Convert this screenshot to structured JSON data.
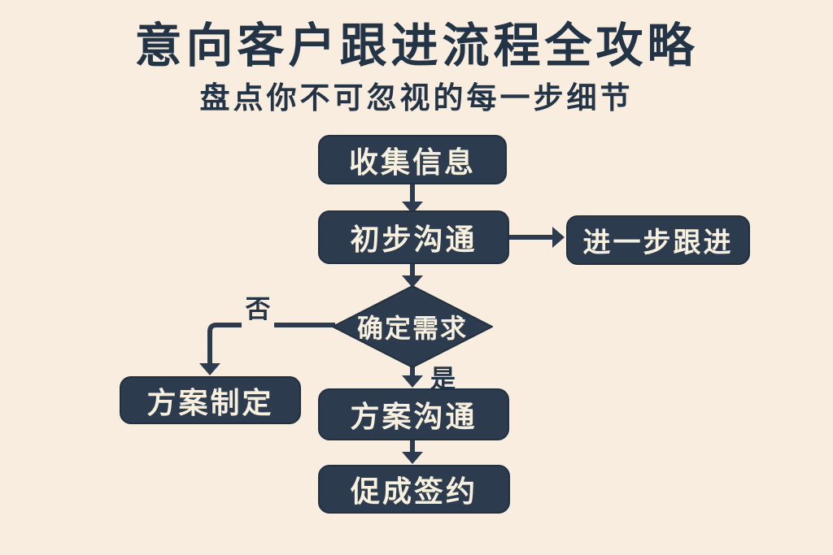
{
  "header": {
    "title": "意向客户跟进流程全攻略",
    "subtitle": "盘点你不可忽视的每一步细节"
  },
  "flowchart": {
    "type": "flowchart",
    "nodes": {
      "collect": {
        "label": "收集信息",
        "shape": "rounded-rect"
      },
      "initial": {
        "label": "初步沟通",
        "shape": "rounded-rect"
      },
      "followup": {
        "label": "进一步跟进",
        "shape": "rounded-rect"
      },
      "decision": {
        "label": "确定需求",
        "shape": "diamond"
      },
      "plan_make": {
        "label": "方案制定",
        "shape": "rounded-rect"
      },
      "plan_comm": {
        "label": "方案沟通",
        "shape": "rounded-rect"
      },
      "sign": {
        "label": "促成签约",
        "shape": "rounded-rect"
      }
    },
    "edges": [
      {
        "from": "collect",
        "to": "initial",
        "label": ""
      },
      {
        "from": "initial",
        "to": "followup",
        "label": ""
      },
      {
        "from": "initial",
        "to": "decision",
        "label": ""
      },
      {
        "from": "decision",
        "to": "plan_make",
        "label": "否"
      },
      {
        "from": "decision",
        "to": "plan_comm",
        "label": "是"
      },
      {
        "from": "plan_comm",
        "to": "sign",
        "label": ""
      }
    ]
  },
  "colors": {
    "background": "#f8edde",
    "node_fill": "#2c3b4e",
    "node_border": "#22303f",
    "node_text": "#f7f0de",
    "ink": "#233447"
  }
}
